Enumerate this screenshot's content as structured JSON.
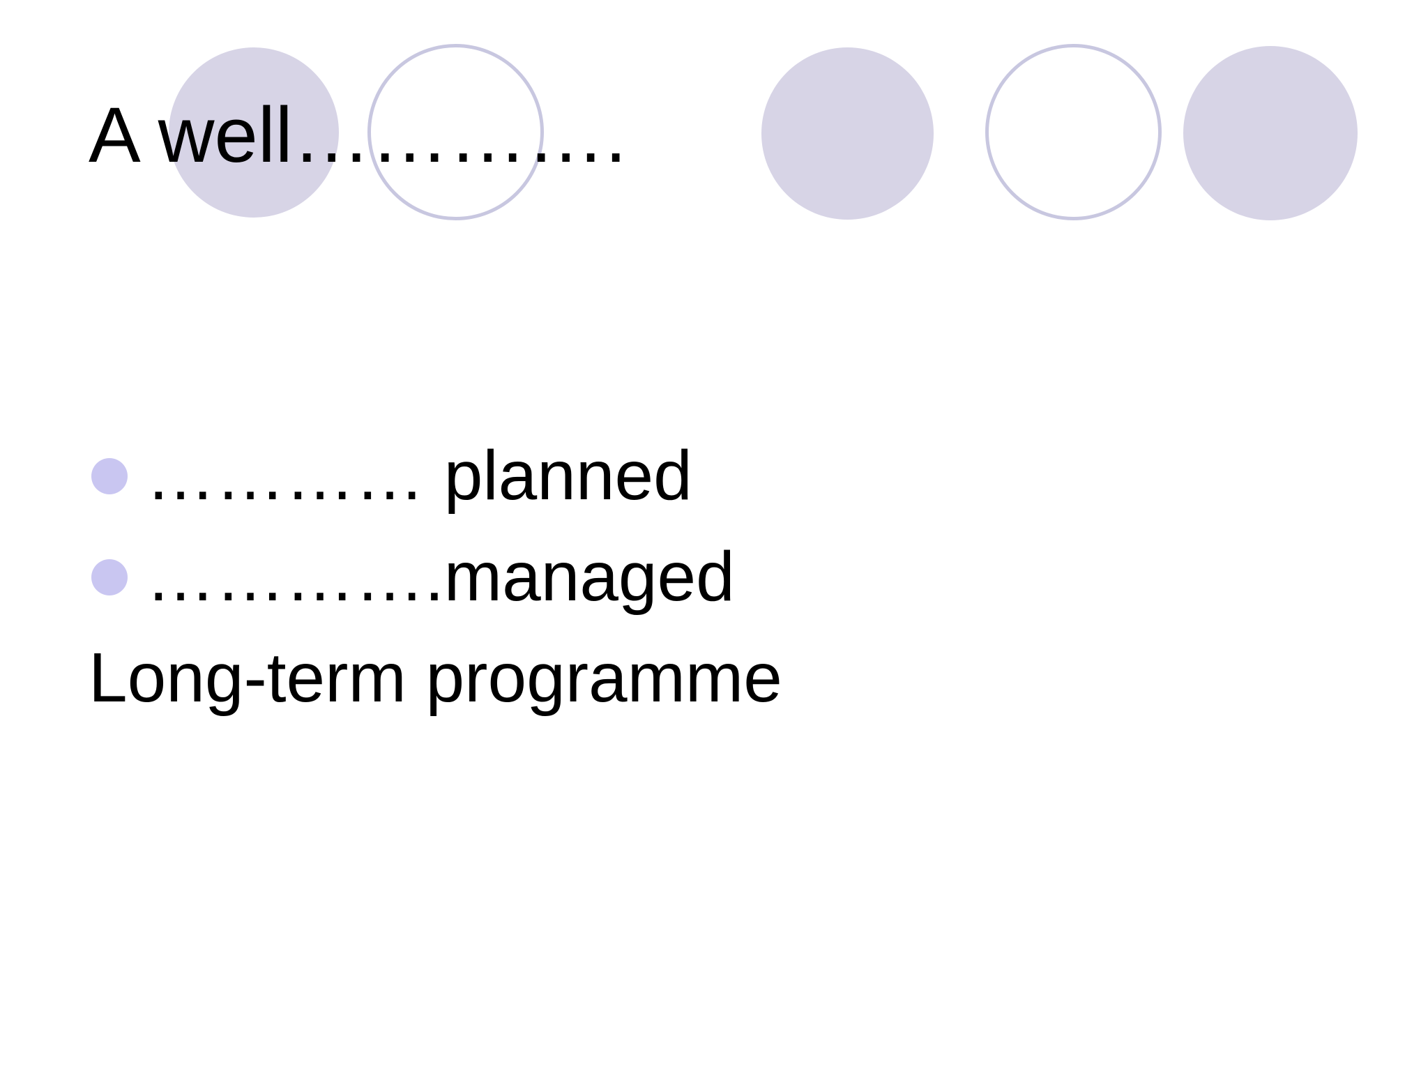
{
  "slide": {
    "title": "A well………….",
    "lines": [
      {
        "text": "………… planned",
        "bullet": true
      },
      {
        "text": "………….managed",
        "bullet": true
      },
      {
        "text": "Long-term programme",
        "bullet": false
      }
    ],
    "colors": {
      "background": "#ffffff",
      "text": "#000000",
      "circle_fill": "#d7d4e6",
      "circle_outline": "#c8c7e0",
      "bullet_marker": "#c9c6f1"
    }
  }
}
